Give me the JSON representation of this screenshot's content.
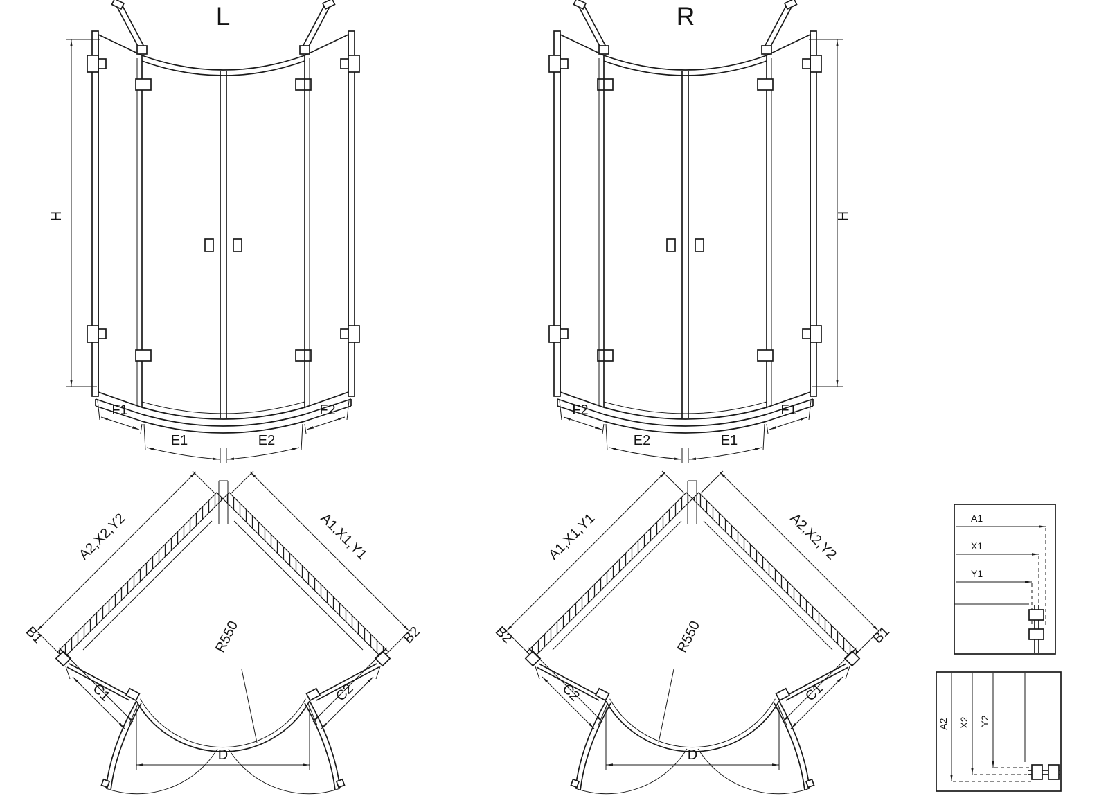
{
  "page": {
    "background": "#ffffff",
    "line_color": "#1a1a1a"
  },
  "elevation_left": {
    "title": "L",
    "height_label": "H",
    "bottom_dims": [
      "F1",
      "E1",
      "E2",
      "F2"
    ]
  },
  "elevation_right": {
    "title": "R",
    "height_label": "H",
    "bottom_dims": [
      "F2",
      "E2",
      "E1",
      "F1"
    ]
  },
  "plan_left": {
    "wall_left_label": "A2,X2,Y2",
    "wall_right_label": "A1,X1,Y1",
    "side_left_label": "B1",
    "side_right_label": "B2",
    "panel_left_label": "C1",
    "panel_right_label": "C2",
    "radius_label": "R550",
    "width_label": "D"
  },
  "plan_right": {
    "wall_left_label": "A1,X1,Y1",
    "wall_right_label": "A2,X2,Y2",
    "side_left_label": "B2",
    "side_right_label": "B1",
    "panel_left_label": "C2",
    "panel_right_label": "C1",
    "radius_label": "R550",
    "width_label": "D"
  },
  "detail_top": {
    "dims": [
      "A1",
      "X1",
      "Y1"
    ]
  },
  "detail_bottom": {
    "dims": [
      "A2",
      "X2",
      "Y2"
    ]
  }
}
